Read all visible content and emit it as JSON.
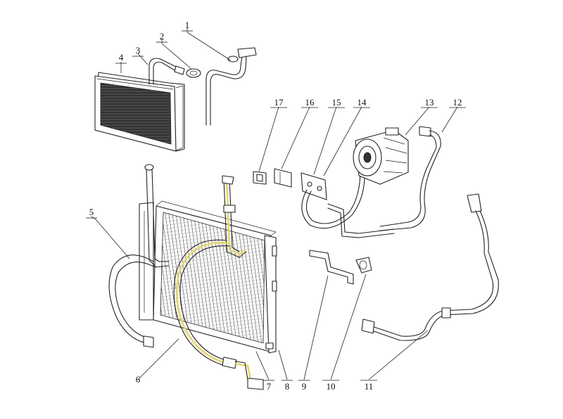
{
  "callouts": [
    {
      "id": "1",
      "label": "1"
    },
    {
      "id": "2",
      "label": "2"
    },
    {
      "id": "3",
      "label": "3"
    },
    {
      "id": "4",
      "label": "4"
    },
    {
      "id": "5",
      "label": "5"
    },
    {
      "id": "6",
      "label": "6"
    },
    {
      "id": "7",
      "label": "7"
    },
    {
      "id": "8",
      "label": "8"
    },
    {
      "id": "9",
      "label": "9"
    },
    {
      "id": "10",
      "label": "10"
    },
    {
      "id": "11",
      "label": "11"
    },
    {
      "id": "12",
      "label": "12"
    },
    {
      "id": "13",
      "label": "13"
    },
    {
      "id": "14",
      "label": "14"
    },
    {
      "id": "15",
      "label": "15"
    },
    {
      "id": "16",
      "label": "16"
    },
    {
      "id": "17",
      "label": "17"
    }
  ],
  "colors": {
    "line": "#222222",
    "highlight": "#e3d86a",
    "background": "#ffffff"
  }
}
